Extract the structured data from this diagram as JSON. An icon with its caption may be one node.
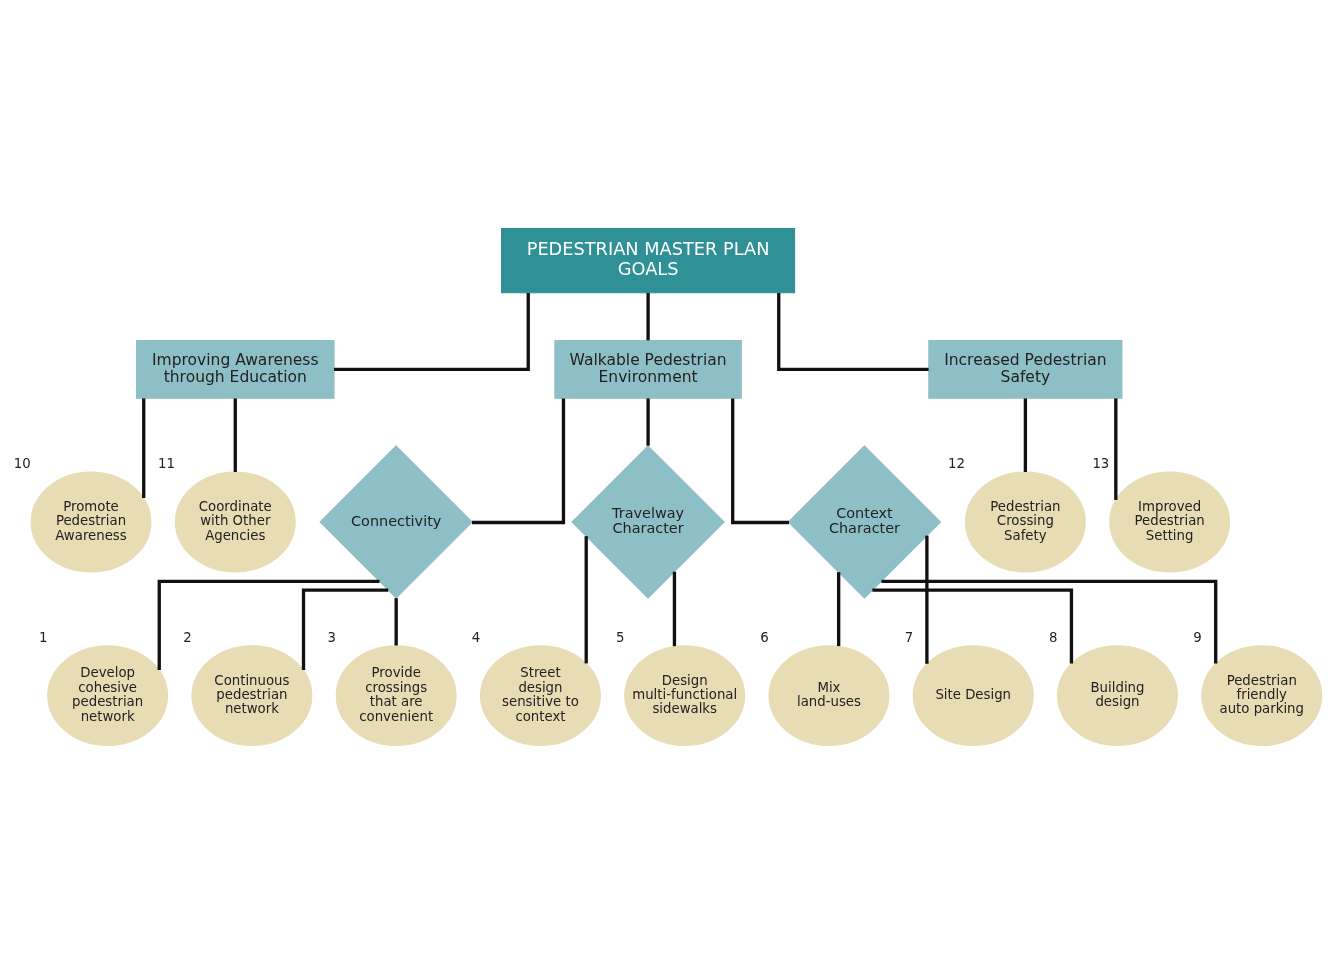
{
  "diagram": {
    "nodes": [
      {
        "text": [
          "PEDESTRIAN MASTER PLAN GOALS"
        ]
      },
      {
        "text": [
          "Improving Awareness through Education"
        ]
      },
      {
        "text": [
          "Walkable Pedestrian Environment"
        ]
      },
      {
        "text": [
          "Increased Pedestrian Safety"
        ]
      },
      {
        "text": [
          "Promote Pedestrian Awareness"
        ],
        "beside": [
          "10"
        ]
      },
      {
        "text": [
          "Coordinate with Other Agencies"
        ],
        "beside": [
          "11"
        ]
      },
      {
        "text": [
          "Connectivity"
        ]
      },
      {
        "text": [
          "Travelway Character"
        ]
      },
      {
        "text": [
          "Context Character"
        ]
      },
      {
        "text": [
          "Pedestrian Crossing Safety"
        ],
        "beside": [
          "12"
        ]
      },
      {
        "text": [
          "Improved Pedestrian Setting"
        ],
        "beside": [
          "13"
        ]
      },
      {
        "text": [
          "Develop cohesive pedestrian network"
        ],
        "beside": [
          "1"
        ]
      },
      {
        "text": [
          "Continuous pedestrian network"
        ],
        "beside": [
          "2"
        ]
      },
      {
        "text": [
          "Provide crossings that are convenient"
        ],
        "beside": [
          "3"
        ]
      },
      {
        "text": [
          "Mix land-uses"
        ],
        "beside": [
          "6"
        ]
      },
      {
        "text": [
          "Site Design"
        ],
        "beside": [
          "7"
        ]
      },
      {
        "text": [
          "Building design"
        ],
        "beside": [
          "8"
        ]
      },
      {
        "text": [
          "Pedestrian friendly auto parking"
        ],
        "beside": [
          "9"
        ]
      },
      {
        "text": [
          "Street design sensitive to context"
        ],
        "beside": [
          "4"
        ]
      },
      {
        "text": [
          "Design multi-functional sidewalks"
        ],
        "beside": [
          "5"
        ]
      }
    ],
    "edges": [
      {
        "from": 0,
        "to": 1,
        "arrow": "none"
      },
      {
        "from": 0,
        "to": 2,
        "arrow": "none"
      },
      {
        "from": 0,
        "to": 3,
        "arrow": "none"
      },
      {
        "from": 1,
        "to": 4,
        "arrow": "none"
      },
      {
        "from": 1,
        "to": 5,
        "arrow": "none"
      },
      {
        "from": 2,
        "to": 6,
        "arrow": "none"
      },
      {
        "from": 2,
        "to": 7,
        "arrow": "none"
      },
      {
        "from": 2,
        "to": 8,
        "arrow": "none"
      },
      {
        "from": 3,
        "to": 9,
        "arrow": "none"
      },
      {
        "from": 3,
        "to": 10,
        "arrow": "none"
      },
      {
        "from": 6,
        "to": 11,
        "arrow": "none"
      },
      {
        "from": 6,
        "to": 12,
        "arrow": "none"
      },
      {
        "from": 6,
        "to": 13,
        "arrow": "none"
      },
      {
        "from": 8,
        "to": 14,
        "arrow": "none"
      },
      {
        "from": 8,
        "to": 15,
        "arrow": "none"
      },
      {
        "from": 8,
        "to": 16,
        "arrow": "none"
      },
      {
        "from": 8,
        "to": 17,
        "arrow": "none"
      },
      {
        "from": 7,
        "to": 18,
        "arrow": "none"
      },
      {
        "from": 7,
        "to": 19,
        "arrow": "none"
      }
    ]
  }
}
